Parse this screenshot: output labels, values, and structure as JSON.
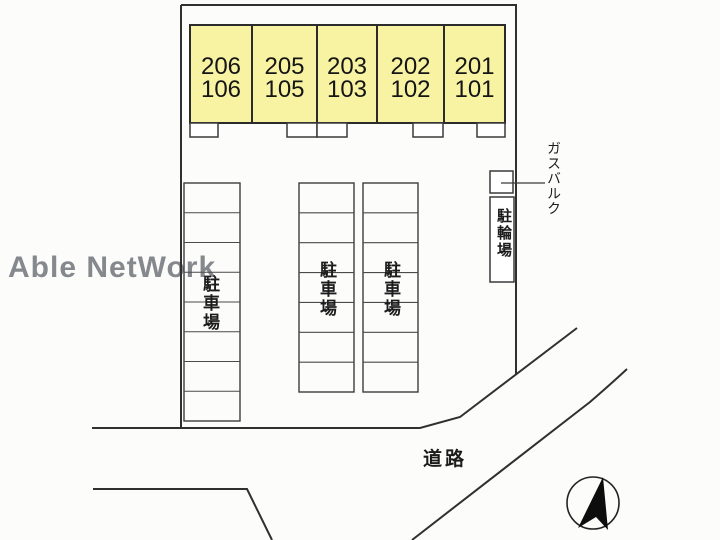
{
  "watermark": {
    "text": "Able NetWork"
  },
  "building": {
    "fill": "#f8f3a3",
    "units": [
      {
        "upper": "206",
        "lower": "106"
      },
      {
        "upper": "205",
        "lower": "105"
      },
      {
        "upper": "203",
        "lower": "103"
      },
      {
        "upper": "202",
        "lower": "102"
      },
      {
        "upper": "201",
        "lower": "101"
      }
    ]
  },
  "parking": {
    "label": "駐車場",
    "lots": [
      {
        "stalls": 8
      },
      {
        "stalls": 7
      },
      {
        "stalls": 7
      }
    ]
  },
  "bicycle_parking": {
    "label": "駐輪場"
  },
  "gas_bulk": {
    "label": "ガスバルク"
  },
  "road": {
    "label": "道路"
  },
  "colors": {
    "unit_fill": "#f8f3a3",
    "line": "#303030",
    "watermark": "#85888d"
  }
}
